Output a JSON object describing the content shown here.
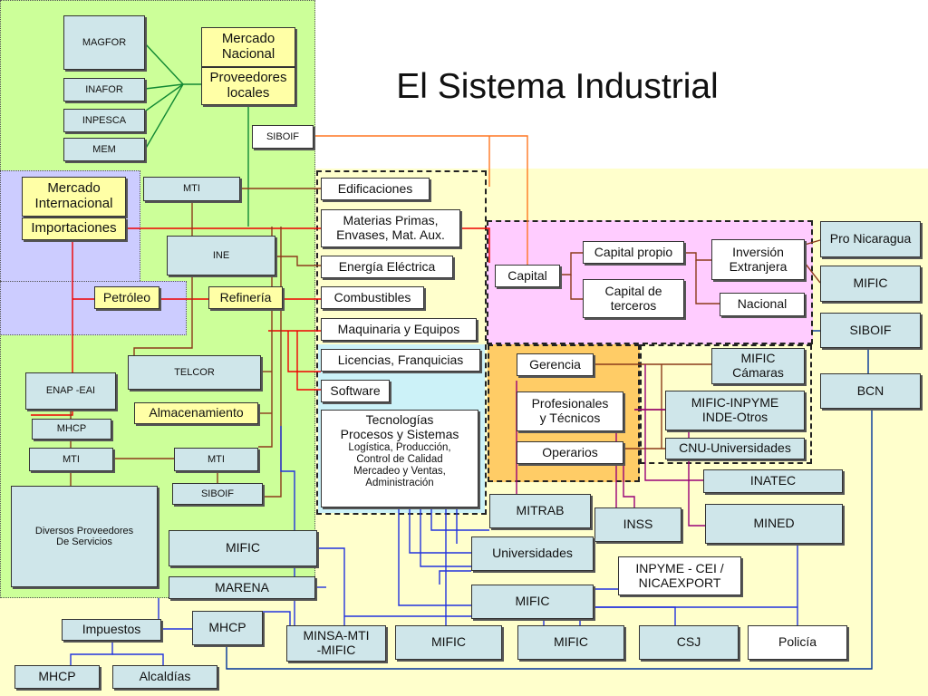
{
  "title": "El Sistema Industrial",
  "colors": {
    "green_zone": "#ccff99",
    "lavender_zone": "#ccccff",
    "yellow_zone": "#ffffcc",
    "pink_zone": "#ffccff",
    "orange_zone": "#ffcc66",
    "cyan_zone": "#ccf2f8",
    "box_fill": "#cfe6ea",
    "red_line": "#ee0000",
    "blue_line": "#2233dd",
    "green_line": "#118833",
    "brown_line": "#8b3a1a",
    "orange_line": "#ff7722",
    "purple_line": "#990077",
    "navy_line": "#003399"
  },
  "left": {
    "magfor": "MAGFOR",
    "inafor": "INAFOR",
    "inpesca": "INPESCA",
    "mem": "MEM",
    "mercado_nacional": "Mercado\nNacional",
    "proveedores_locales": "Proveedores\nlocales",
    "siboif_top": "SIBOIF",
    "mercado_internacional": "Mercado\nInternacional",
    "importaciones": "Importaciones",
    "mti_top": "MTI",
    "ine": "INE",
    "petroleo": "Petróleo",
    "refineria": "Refinería",
    "enap": "ENAP -EAI",
    "telcor": "TELCOR",
    "almacenamiento": "Almacenamiento",
    "mhcp_left": "MHCP",
    "mti_left": "MTI",
    "mti_mid": "MTI",
    "siboif_low": "SIBOIF",
    "diversos": "Diversos Proveedores\nDe Servicios"
  },
  "inputs": {
    "edificaciones": "Edificaciones",
    "materias": "Materias Primas,\nEnvases, Mat. Aux.",
    "energia": "Energía Eléctrica",
    "combustibles": "Combustibles",
    "maquinaria": "Maquinaria y Equipos",
    "licencias": "Licencias, Franquicias",
    "software": "Software",
    "tecnologias_title": "Tecnologías\nProcesos y Sistemas",
    "tecnologias_detail": "Logística, Producción,\nControl de Calidad\nMercadeo y Ventas,\nAdministración"
  },
  "capital": {
    "capital": "Capital",
    "propio": "Capital propio",
    "terceros": "Capital de\nterceros",
    "inversion_extranjera": "Inversión\nExtranjera",
    "nacional": "Nacional"
  },
  "right": {
    "pro_nicaragua": "Pro Nicaragua",
    "mific": "MIFIC",
    "siboif": "SIBOIF",
    "bcn": "BCN"
  },
  "labor": {
    "gerencia": "Gerencia",
    "profesionales": "Profesionales\ny Técnicos",
    "operarios": "Operarios",
    "mific_camaras": "MIFIC\nCámaras",
    "mific_inpyme": "MIFIC-INPYME\nINDE-Otros",
    "cnu": "CNU-Universidades",
    "inatec": "INATEC",
    "mined": "MINED",
    "inss": "INSS",
    "mitrab": "MITRAB"
  },
  "bottom": {
    "universidades": "Universidades",
    "inpyme_cei": "INPYME - CEI /\nNICAEXPORT",
    "mific_center": "MIFIC",
    "mific_left": "MIFIC",
    "marena": "MARENA",
    "impuestos": "Impuestos",
    "mhcp_mid": "MHCP",
    "minsa": "MINSA-MTI\n-MIFIC",
    "mific_b1": "MIFIC",
    "mific_b2": "MIFIC",
    "csj": "CSJ",
    "policia": "Policía",
    "mhcp_bottom": "MHCP",
    "alcaldias": "Alcaldías"
  }
}
